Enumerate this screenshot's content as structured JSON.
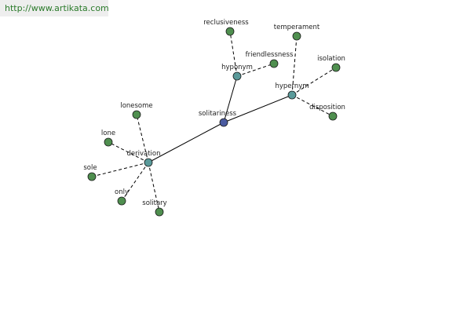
{
  "watermark": "http://www.artikata.com",
  "colors": {
    "root": "#4a5aa0",
    "relation": "#5a9a9a",
    "leaf": "#4f8f4f"
  },
  "root": {
    "id": "solitariness",
    "label": "solitariness"
  },
  "relations": [
    {
      "id": "hyponym",
      "label": "hyponym",
      "children": [
        "reclusiveness",
        "friendlessness"
      ]
    },
    {
      "id": "hypernym",
      "label": "hypernym",
      "children": [
        "temperament",
        "isolation",
        "disposition"
      ]
    },
    {
      "id": "derivation",
      "label": "derivation",
      "children": [
        "lonesome",
        "lone",
        "sole",
        "only",
        "solitary"
      ]
    }
  ]
}
